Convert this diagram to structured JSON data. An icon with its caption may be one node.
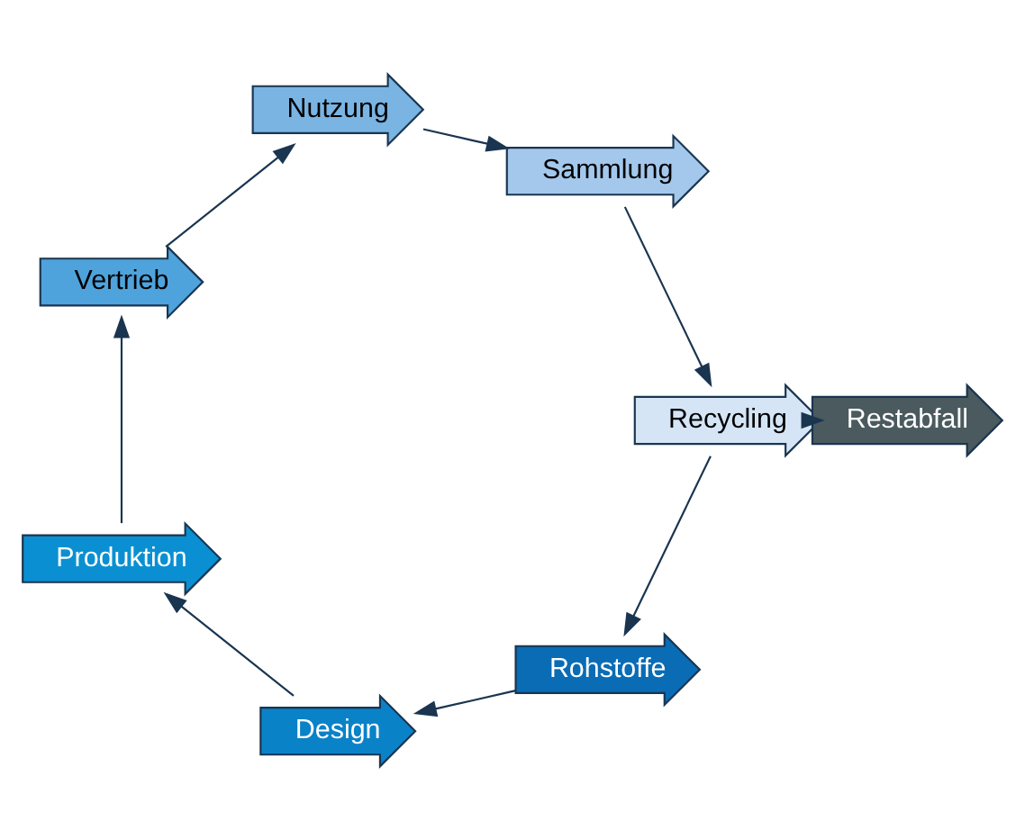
{
  "diagram": {
    "nodes": [
      {
        "text": [
          "Rohstoffe"
        ]
      },
      {
        "text": [
          "Design"
        ]
      },
      {
        "text": [
          "Produktion"
        ]
      },
      {
        "text": [
          "Vertrieb"
        ]
      },
      {
        "text": [
          "Nutzung"
        ]
      },
      {
        "text": [
          "Sammlung"
        ]
      },
      {
        "text": [
          "Recycling"
        ]
      },
      {
        "text": [
          "Restabfall"
        ]
      }
    ],
    "edges": [
      {
        "from": 0,
        "to": 1,
        "arrow": "to"
      },
      {
        "from": 1,
        "to": 2,
        "arrow": "to"
      },
      {
        "from": 2,
        "to": 3,
        "arrow": "to"
      },
      {
        "from": 3,
        "to": 4,
        "arrow": "to"
      },
      {
        "from": 4,
        "to": 5,
        "arrow": "to"
      },
      {
        "from": 5,
        "to": 6,
        "arrow": "to"
      },
      {
        "from": 6,
        "to": 0,
        "arrow": "to"
      },
      {
        "from": 6,
        "to": 7,
        "arrow": "to"
      }
    ]
  }
}
